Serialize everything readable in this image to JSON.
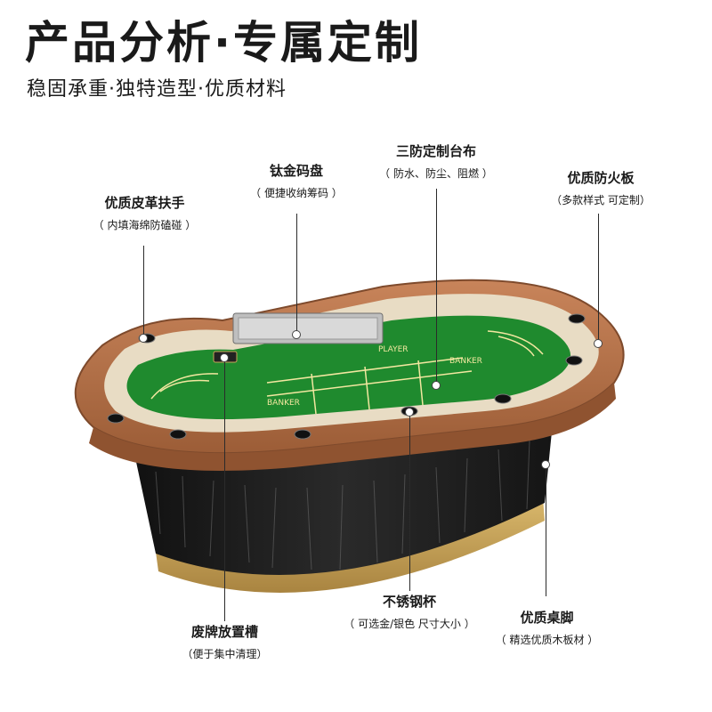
{
  "header": {
    "title": "产品分析·专属定制",
    "subtitle": "稳固承重·独特造型·优质材料"
  },
  "callouts": [
    {
      "name": "优质皮革扶手",
      "desc": "（ 内填海绵防磕碰 ）"
    },
    {
      "name": "钛金码盘",
      "desc": "（ 便捷收纳筹码 ）"
    },
    {
      "name": "三防定制台布",
      "desc": "（ 防水、防尘、阻燃 ）"
    },
    {
      "name": "优质防火板",
      "desc": "（多款样式 可定制）"
    },
    {
      "name": "废牌放置槽",
      "desc": "（便于集中清理）"
    },
    {
      "name": "不锈钢杯",
      "desc": "（ 可选金/银色  尺寸大小 ）"
    },
    {
      "name": "优质桌脚",
      "desc": "（ 精选优质木板材 ）"
    }
  ],
  "felt_text": {
    "banker": "BANKER",
    "player": "PLAYER"
  },
  "colors": {
    "felt": "#1f8a2e",
    "rail": "#b8734a",
    "inner_board": "#e8dcc4",
    "base": "#1b1b1b",
    "gold": "#c9a55b"
  }
}
